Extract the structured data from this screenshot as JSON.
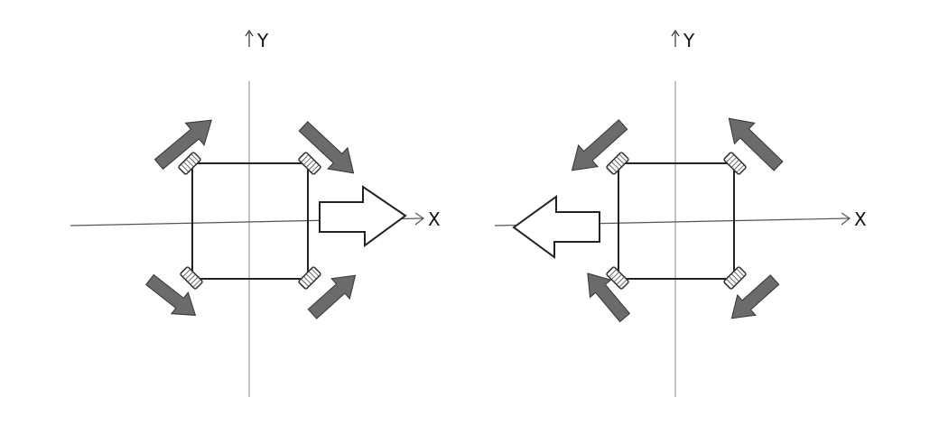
{
  "diagrams": [
    {
      "y_label": "Y",
      "x_label": "X",
      "motion": "right",
      "wheel_force": {
        "front_left": "up-right",
        "front_right": "down-right",
        "rear_left": "down-right",
        "rear_right": "up-right"
      }
    },
    {
      "y_label": "Y",
      "x_label": "X",
      "motion": "left",
      "wheel_force": {
        "front_left": "down-left",
        "front_right": "up-left",
        "rear_left": "up-left",
        "rear_right": "down-left"
      }
    }
  ],
  "colors": {
    "force_arrow": "#6b6b6b",
    "outline": "#222222",
    "axis": "#555555"
  },
  "icons": {
    "wheel": "mecanum-wheel-icon",
    "force": "force-arrow-icon",
    "motion": "motion-arrow-icon"
  }
}
